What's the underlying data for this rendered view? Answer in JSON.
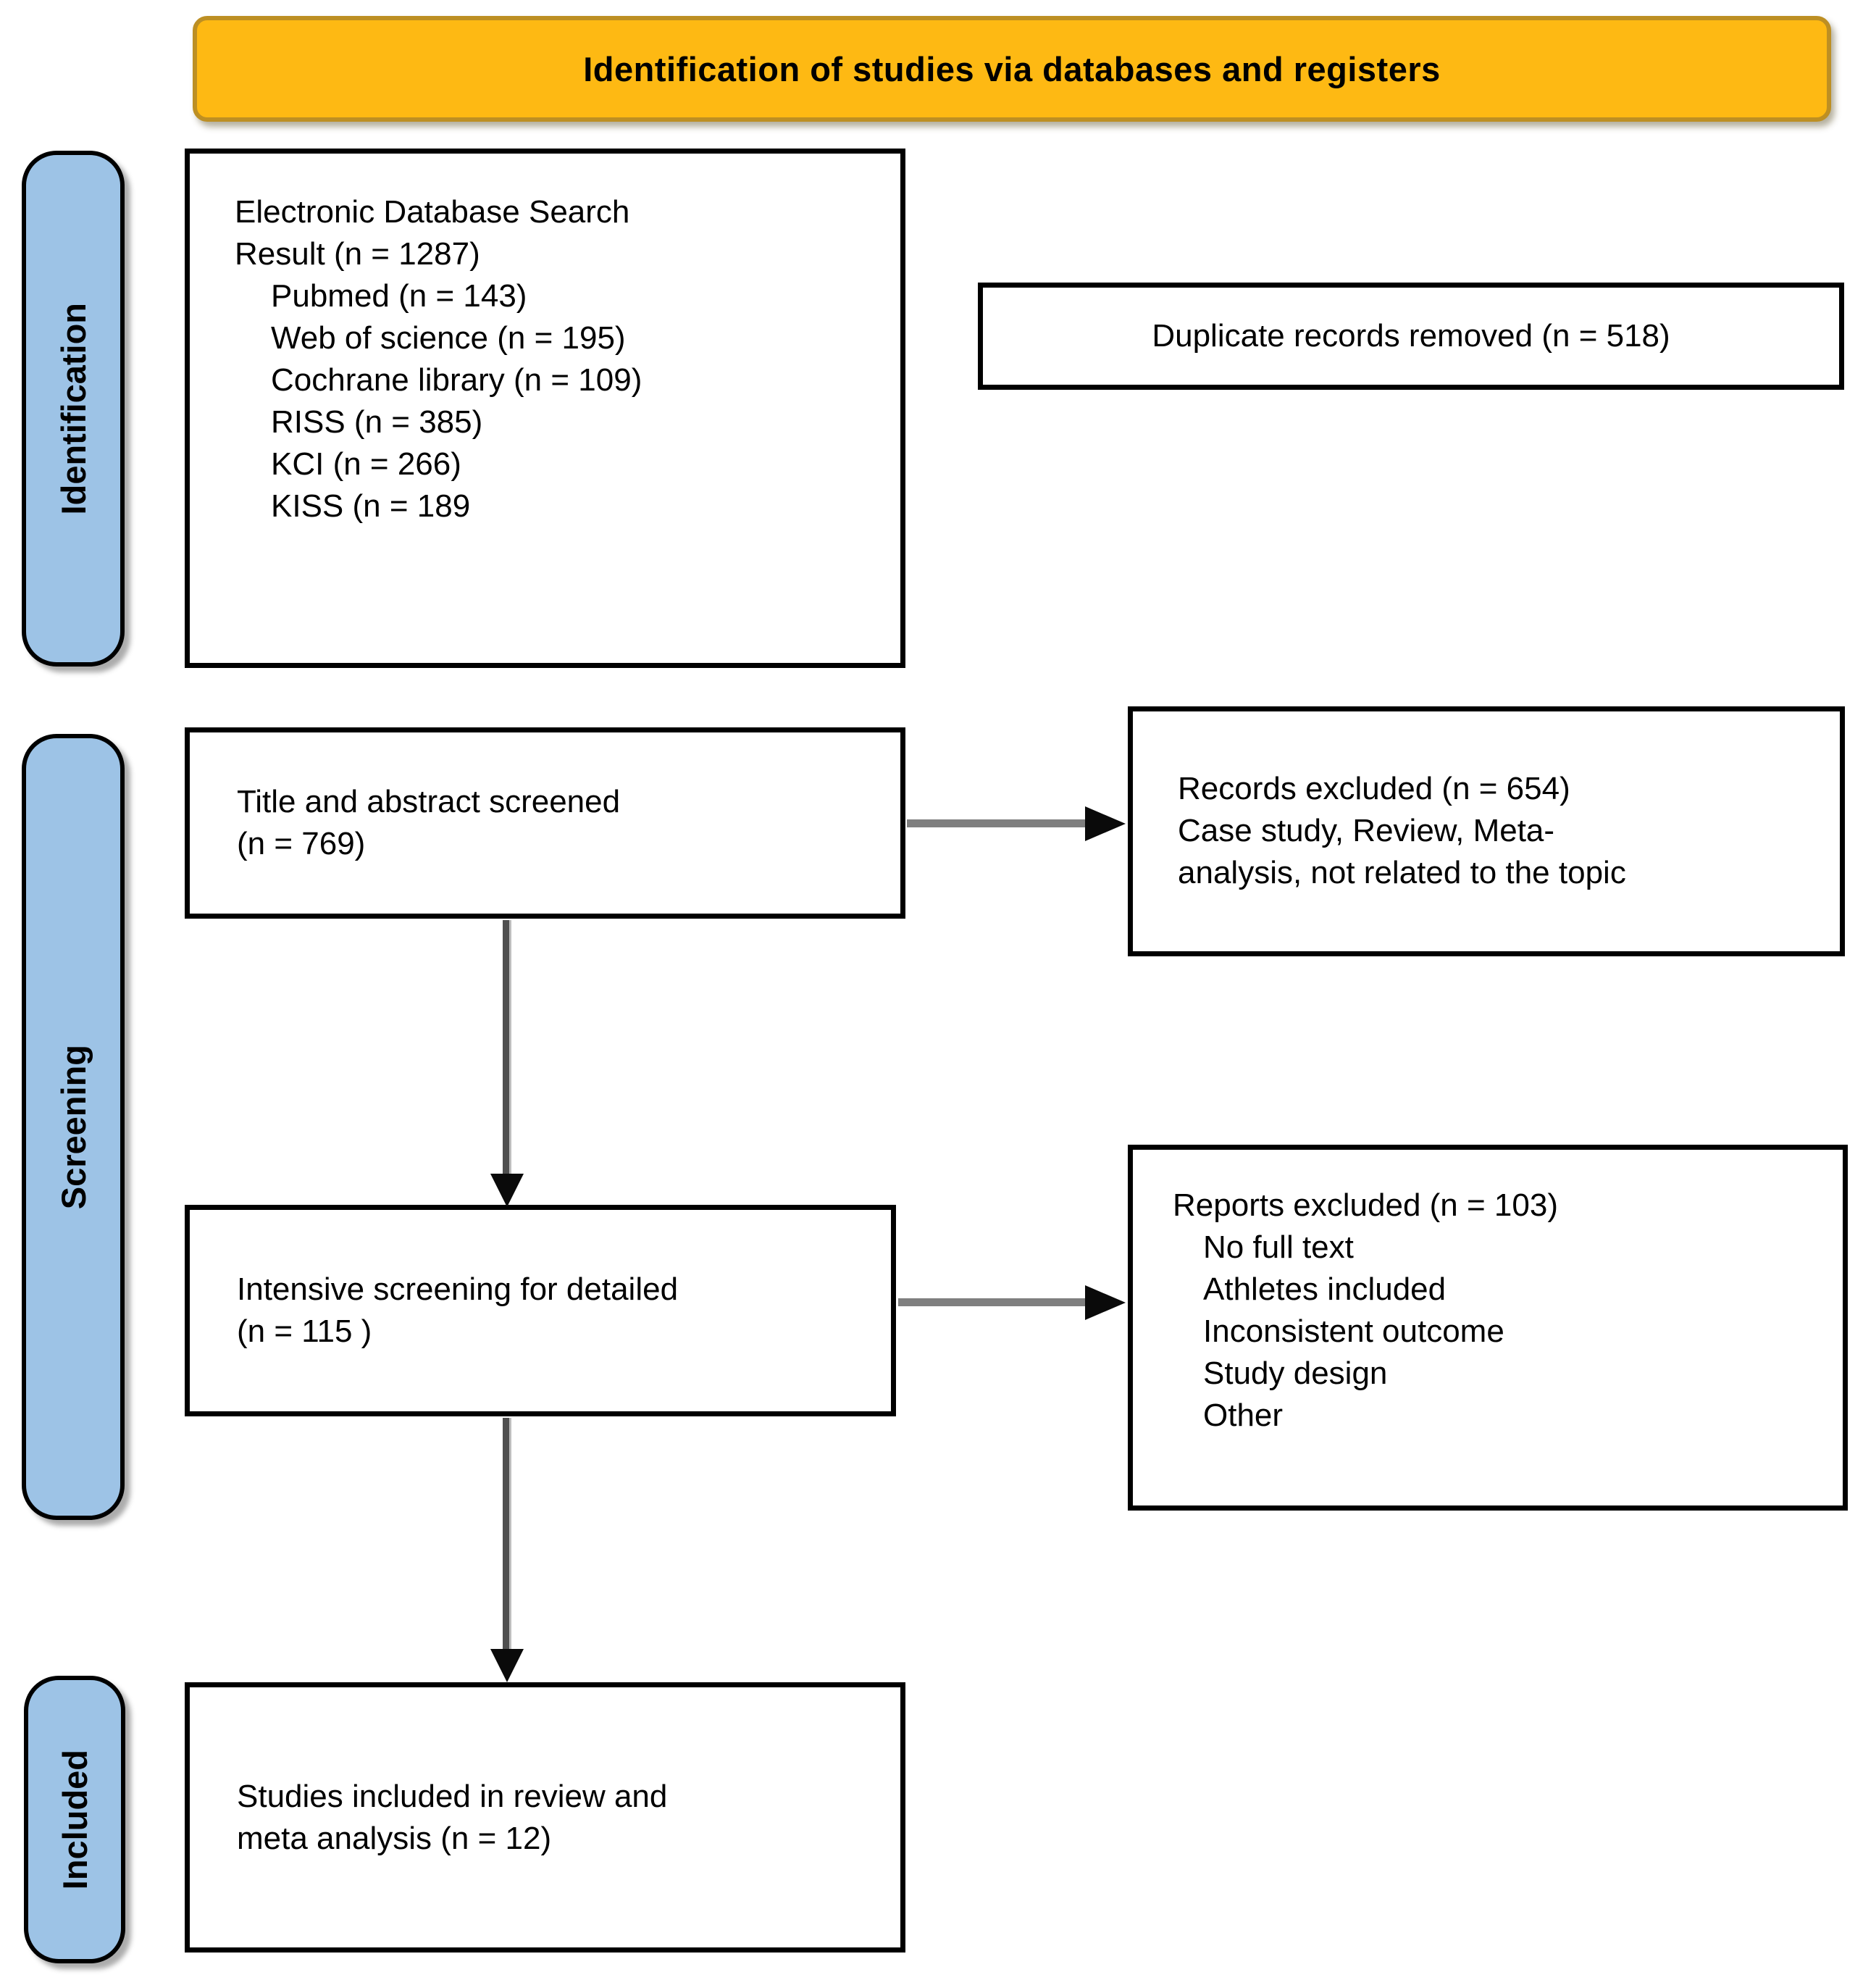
{
  "banner": {
    "label": "Identification of studies via databases and registers"
  },
  "stages": [
    {
      "label": "Identification"
    },
    {
      "label": "Screening"
    },
    {
      "label": "Included"
    }
  ],
  "boxes": {
    "database_search": {
      "line1": "Electronic Database Search",
      "line2": "Result (n = 1287)",
      "items": [
        "Pubmed (n = 143)",
        "Web of science (n = 195)",
        "Cochrane library (n = 109)",
        "RISS (n = 385)",
        "KCI (n = 266)",
        "KISS (n = 189"
      ]
    },
    "duplicates_removed": {
      "label": "Duplicate records removed  (n = 518)"
    },
    "title_abstract": {
      "line1": "Title and abstract screened",
      "line2": "(n = 769)"
    },
    "records_excluded": {
      "line1": "Records excluded (n = 654)",
      "line2": "Case study, Review, Meta-",
      "line3": "analysis, not related to the topic"
    },
    "intensive_screening": {
      "line1": "Intensive screening for detailed",
      "line2": "(n = 115 )"
    },
    "reports_excluded": {
      "title": "Reports excluded (n = 103)",
      "items": [
        "No full text",
        "Athletes included",
        "Inconsistent outcome",
        "Study design",
        "Other"
      ]
    },
    "studies_included": {
      "line1": "Studies included in review and",
      "line2": "meta analysis (n = 12)"
    }
  },
  "colors": {
    "banner_fill": "#FEB913",
    "banner_border": "#BD8F23",
    "stage_fill": "#9DC3E6",
    "box_border": "#000000",
    "arrow_shaft_horizontal": "#7F7F7F",
    "arrow_shaft_vertical": "#4F4F4F",
    "arrow_head": "#0A0A0A",
    "text": "#000000"
  }
}
